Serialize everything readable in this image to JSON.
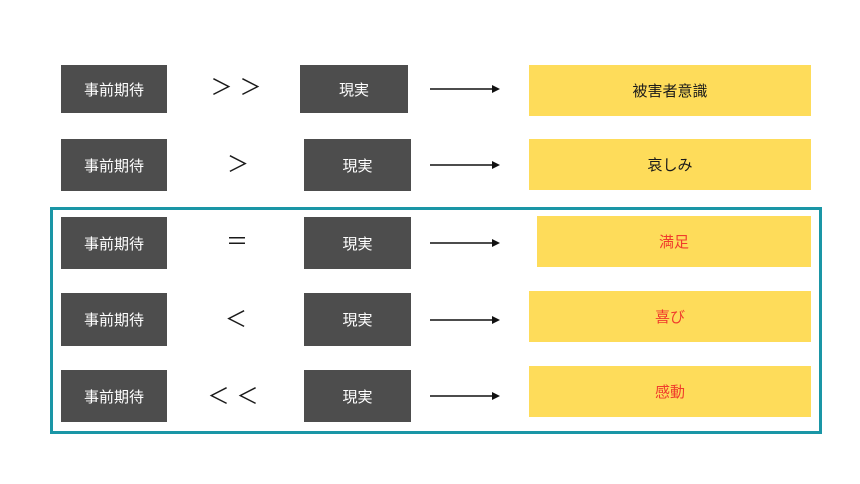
{
  "colors": {
    "box_dark": "#4d4d4d",
    "box_yellow": "#fedc5a",
    "highlight_frame": "#1a96a6",
    "emphasis_text": "#f03c2c"
  },
  "rows": [
    {
      "expectation": "事前期待",
      "comparison": "＞ ＞",
      "reality": "現実",
      "result": "被害者意識"
    },
    {
      "expectation": "事前期待",
      "comparison": "＞",
      "reality": "現実",
      "result": "哀しみ"
    },
    {
      "expectation": "事前期待",
      "comparison": "＝",
      "reality": "現実",
      "result": "満足"
    },
    {
      "expectation": "事前期待",
      "comparison": "＜",
      "reality": "現実",
      "result": "喜び"
    },
    {
      "expectation": "事前期待",
      "comparison": "＜ ＜",
      "reality": "現実",
      "result": "感動"
    }
  ]
}
